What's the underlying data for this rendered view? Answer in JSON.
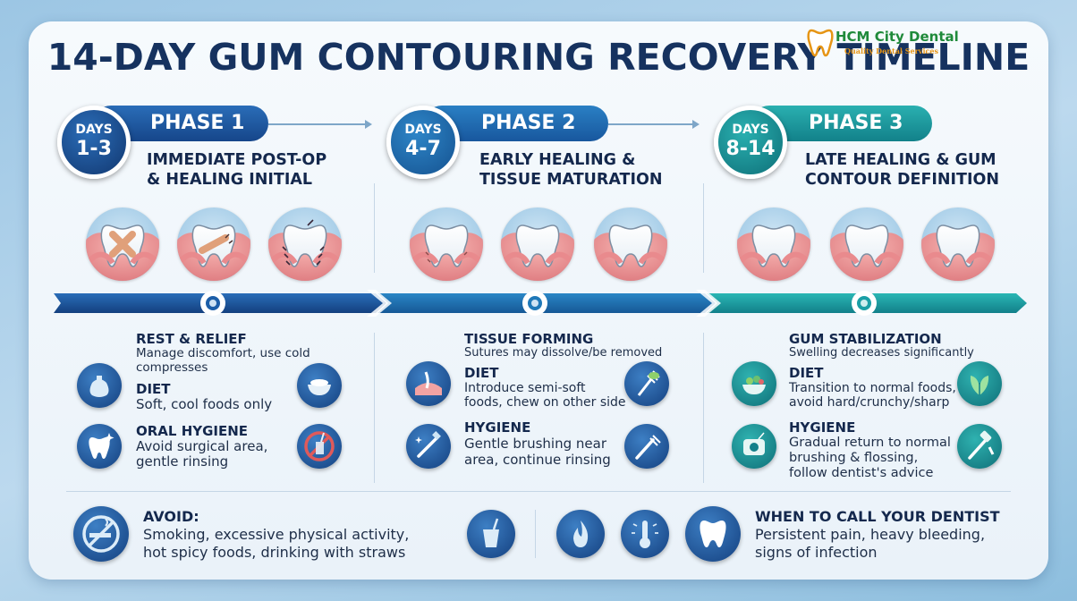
{
  "title": "14-DAY GUM CONTOURING RECOVERY TIMELINE",
  "logo": {
    "name": "HCM City Dental",
    "tagline": "Quality Dental Services"
  },
  "colors": {
    "navy": "#16325f",
    "blue": "#1c5ea8",
    "teal": "#1a9fa6",
    "text": "#14284d"
  },
  "phases": [
    {
      "label": "PHASE 1",
      "days_label": "DAYS",
      "days": "1-3",
      "subtitle_line1": "IMMEDIATE POST-OP",
      "subtitle_line2": "& HEALING INITIAL",
      "blocks": [
        {
          "title": "REST & RELIEF",
          "lines": [
            "Manage discomfort, use cold",
            "compresses"
          ],
          "icon": "ice-pack-icon"
        },
        {
          "title": "DIET",
          "lines": [
            "Soft, cool foods only"
          ],
          "icon": "bowl-icon"
        },
        {
          "title": "ORAL HYGIENE",
          "lines": [
            "Avoid surgical area,",
            "gentle rinsing"
          ],
          "icon": "tooth-sparkle-icon",
          "icon2": "no-straw-icon"
        }
      ]
    },
    {
      "label": "PHASE 2",
      "days_label": "DAYS",
      "days": "4-7",
      "subtitle_line1": "EARLY HEALING &",
      "subtitle_line2": "TISSUE MATURATION",
      "blocks": [
        {
          "title": "TISSUE FORMING",
          "lines": [
            "Sutures may dissolve/be removed"
          ],
          "icon": "gum-tissue-icon"
        },
        {
          "title": "DIET",
          "lines": [
            "Introduce semi-soft",
            "foods, chew on other side"
          ],
          "icon": "fork-icon"
        },
        {
          "title": "HYGIENE",
          "lines": [
            "Gentle brushing near",
            "area, continue rinsing"
          ],
          "icon": "toothbrush-icon",
          "icon2": "toothbrush-icon"
        }
      ]
    },
    {
      "label": "PHASE 3",
      "days_label": "DAYS",
      "days": "8-14",
      "subtitle_line1": "LATE HEALING & GUM",
      "subtitle_line2": "CONTOUR DEFINITION",
      "blocks": [
        {
          "title": "GUM STABILIZATION",
          "lines": [
            "Swelling decreases significantly"
          ],
          "icon": "salad-bowl-icon"
        },
        {
          "title": "DIET",
          "lines": [
            "Transition to normal foods,",
            "avoid hard/crunchy/sharp"
          ],
          "icon": "leaf-icon"
        },
        {
          "title": "HYGIENE",
          "lines": [
            "Gradual return to normal",
            "brushing & flossing,",
            "follow dentist's advice"
          ],
          "icon": "floss-icon",
          "icon2": "toothbrush-paste-icon"
        }
      ]
    }
  ],
  "avoid": {
    "title": "AVOID:",
    "line1": "Smoking, excessive physical activity,",
    "line2": "hot spicy foods, drinking with straws"
  },
  "call": {
    "title": "WHEN TO CALL YOUR DENTIST",
    "line1": "Persistent pain, heavy bleeding,",
    "line2": "signs of infection"
  }
}
